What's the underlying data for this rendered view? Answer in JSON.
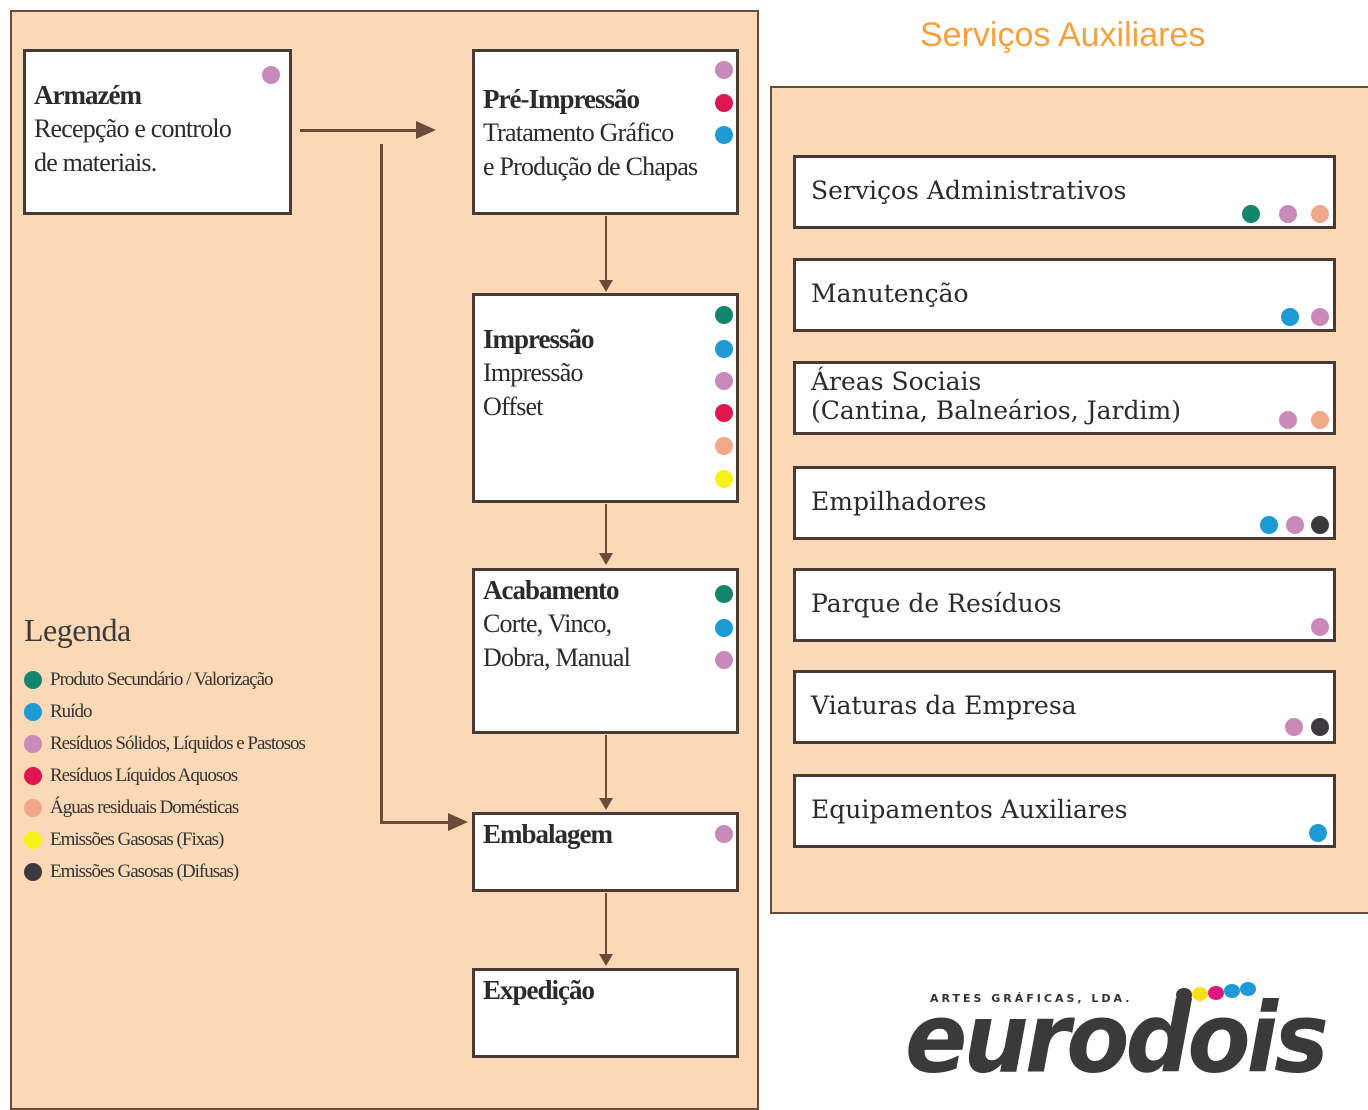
{
  "colors": {
    "panel_bg": "#fcd9b6",
    "green": "#12866a",
    "blue": "#1e9ad6",
    "purple": "#c98ab9",
    "red": "#e0174f",
    "salmon": "#f0a88a",
    "yellow": "#f7f21a",
    "dark": "#3c3a3e",
    "title_orange": "#f5a23c"
  },
  "flow": {
    "armazem": {
      "title": "Armazém",
      "lines": [
        "Recepção e controlo",
        "de materiais."
      ],
      "icons": [
        "purple"
      ]
    },
    "pre_impressao": {
      "title": "Pré-Impressão",
      "lines": [
        "Tratamento Gráfico",
        "e Produção de Chapas"
      ],
      "icons": [
        "purple",
        "red",
        "blue"
      ]
    },
    "impressao": {
      "title": "Impressão",
      "lines": [
        "Impressão",
        "Offset"
      ],
      "icons": [
        "green",
        "blue",
        "purple",
        "red",
        "salmon",
        "yellow"
      ]
    },
    "acabamento": {
      "title": "Acabamento",
      "lines": [
        "Corte, Vinco,",
        "Dobra, Manual"
      ],
      "icons": [
        "green",
        "blue",
        "purple"
      ]
    },
    "embalagem": {
      "title": "Embalagem",
      "icons": [
        "purple"
      ]
    },
    "expedicao": {
      "title": "Expedição",
      "icons": []
    }
  },
  "legend": {
    "title": "Legenda",
    "items": [
      {
        "color": "green",
        "label": "Produto Secundário / Valorização"
      },
      {
        "color": "blue",
        "label": "Ruído"
      },
      {
        "color": "purple",
        "label": "Resíduos Sólidos, Líquidos e Pastosos"
      },
      {
        "color": "red",
        "label": "Resíduos Líquidos Aquosos"
      },
      {
        "color": "salmon",
        "label": "Águas residuais Domésticas"
      },
      {
        "color": "yellow",
        "label": "Emissões Gasosas (Fixas)"
      },
      {
        "color": "dark",
        "label": "Emissões Gasosas (Difusas)"
      }
    ]
  },
  "aux": {
    "title": "Serviços Auxiliares",
    "items": [
      {
        "label": "Serviços Administrativos",
        "icons": [
          "green",
          "purple",
          "salmon"
        ]
      },
      {
        "label": "Manutenção",
        "icons": [
          "blue",
          "purple"
        ]
      },
      {
        "label": "Áreas Sociais",
        "label2": "(Cantina, Balneários, Jardim)",
        "icons": [
          "purple",
          "salmon"
        ]
      },
      {
        "label": "Empilhadores",
        "icons": [
          "blue",
          "purple",
          "dark"
        ]
      },
      {
        "label": "Parque de Resíduos",
        "icons": [
          "purple"
        ]
      },
      {
        "label": "Viaturas da Empresa",
        "icons": [
          "purple",
          "dark"
        ]
      },
      {
        "label": "Equipamentos Auxiliares",
        "icons": [
          "blue"
        ]
      }
    ]
  },
  "logo": {
    "tagline": "ARTES GRÁFICAS, LDA.",
    "name": "eurodois"
  }
}
